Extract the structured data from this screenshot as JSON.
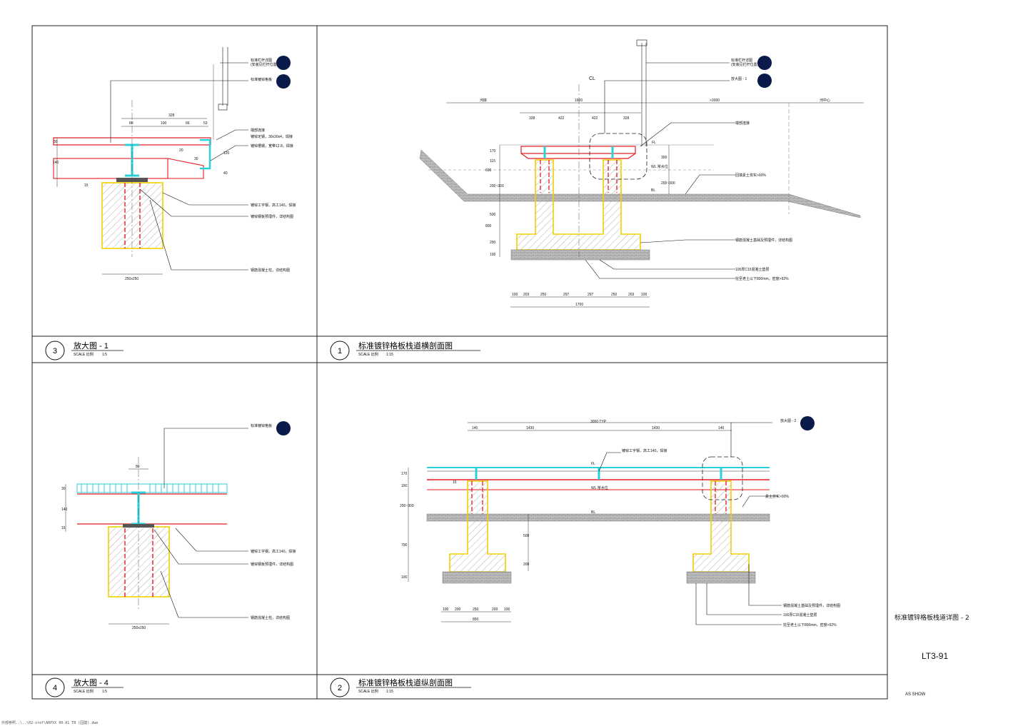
{
  "sheet": {
    "title": "标准镀锌格板栈道详图 - 2",
    "number": "LT3-91",
    "scale_note": "AS SHOW",
    "file_path": "外部参照..\\..\\02-xref\\ARPXX 00-A1 TB (园建).dwe"
  },
  "panels": [
    {
      "num": "3",
      "title": "放大图  - 1",
      "scale_label": "SCALE 比例",
      "scale_value": "1:5"
    },
    {
      "num": "1",
      "title": "标准镀锌格板栈道横剖面图",
      "scale_label": "SCALE 比例",
      "scale_value": "1:15"
    },
    {
      "num": "4",
      "title": "放大图  - 4",
      "scale_label": "SCALE 比例",
      "scale_value": "1:5"
    },
    {
      "num": "2",
      "title": "标准镀锌格板栈道纵剖面图",
      "scale_label": "SCALE 比例",
      "scale_value": "1:15"
    }
  ],
  "detail3": {
    "callouts": [
      "标准栏杆详图",
      "(安装见栏杆位置)",
      "标准镀锌格板"
    ],
    "notes": [
      "端部连接",
      "镀锌定钢，30x30x4，焊接",
      "镀锌槽钢，宽带12.8，焊接",
      "镀锌工字钢，高工140，焊接",
      "镀锌钢板预埋件，详结构图",
      "钢筋混凝土柱，详结构图"
    ],
    "dims": [
      "328",
      "80",
      "100",
      "66",
      "53",
      "30",
      "140",
      "15",
      "20",
      "30",
      "120",
      "40",
      "250x250"
    ]
  },
  "detail1": {
    "callouts": [
      "标准栏杆详图",
      "(安装见栏杆位置)",
      "放大图 - 1"
    ],
    "labels": [
      "河岸",
      "1600",
      ">3000",
      "河中心",
      "CL",
      "FL",
      "WL 常水位",
      "BL",
      "端部连接"
    ],
    "notes": [
      "回填素土夯实>90%",
      "钢筋混凝土基础及预埋件，详结构图",
      "100厚C15混凝土垫层",
      "挖至老土以下800mm，密度>92%"
    ],
    "top_dims": [
      "328",
      "422",
      "422",
      "328"
    ],
    "left_dims": [
      "170",
      "115",
      "600",
      "200~300",
      "500",
      "800",
      "200",
      "100"
    ],
    "right_dims": [
      "300",
      "200~300"
    ],
    "bottom_dims": [
      "100",
      "203",
      "250",
      "297",
      "297",
      "250",
      "203",
      "100"
    ],
    "total": "1700"
  },
  "detail4": {
    "callouts": [
      "标准镀锌格板"
    ],
    "notes": [
      "镀锌工字钢，高工140，焊接",
      "镀锌钢板预埋件，详结构图",
      "钢筋混凝土柱，详结构图"
    ],
    "dims": [
      "80",
      "30",
      "140",
      "15",
      "250x250"
    ]
  },
  "detail2": {
    "callouts": [
      "放大图 - 2"
    ],
    "top_dims": [
      "140",
      "1430",
      "3000 TYP",
      "1430",
      "140"
    ],
    "labels": [
      "FL",
      "WL 常水位",
      "BL",
      "镀锌工字钢，高工140，焊接"
    ],
    "notes": [
      "素土夯实>90%",
      "钢筋混凝土基础及预埋件，详结构图",
      "100厚C15混凝土垫层",
      "挖至老土以下800mm，密度>92%"
    ],
    "left_dims": [
      "170",
      "150",
      "200~300",
      "700",
      "100",
      "15"
    ],
    "mid_dims": [
      "500",
      "200"
    ],
    "bottom_dims": [
      "100",
      "200",
      "250",
      "200",
      "100"
    ],
    "total": "850"
  },
  "colors": {
    "steel": "#e31b23",
    "grating": "#28d0d8",
    "concrete_edge": "#f2d000",
    "ink": "#111111",
    "marker": "#0a1a4a"
  }
}
